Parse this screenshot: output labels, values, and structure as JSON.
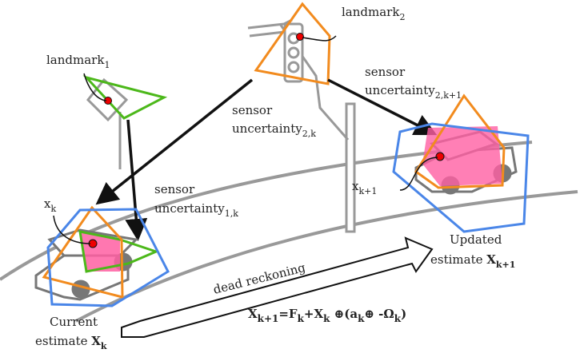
{
  "labels": {
    "landmark1": {
      "base": "landmark",
      "sub": "1"
    },
    "landmark2": {
      "base": "landmark",
      "sub": "2"
    },
    "sensor_2k": {
      "line1": "sensor",
      "base": "uncertainty",
      "sub": "2,k"
    },
    "sensor_2k1": {
      "line1": "sensor",
      "base": "uncertainty",
      "sub": "2,k+1"
    },
    "sensor_1k": {
      "line1": "sensor",
      "base": "uncertainty",
      "sub": "1,k"
    },
    "xk": {
      "base": "x",
      "sub": "k"
    },
    "xk1": {
      "base": "x",
      "sub": "k+1"
    },
    "updated": {
      "line1": "Updated",
      "line2": "estimate ",
      "var": "X",
      "sub": "k+1"
    },
    "current": {
      "line1": "Current",
      "line2": "estimate ",
      "var": "X",
      "sub": "k"
    },
    "dead_reckoning": "dead reckoning",
    "equation": {
      "lhs": "X",
      "lhs_sub": "k+1",
      "eq": "=F",
      "f_sub": "k",
      "plus": "+X",
      "x_sub": "k",
      "op": " ⊕(a",
      "a_sub": "k",
      "op2": "⊕ -Ω",
      "o_sub": "k",
      "close": ")"
    }
  },
  "colors": {
    "blue": "#4a86e8",
    "orange": "#f28b1e",
    "green": "#4cb81a",
    "pink": "#ff5fa2",
    "road": "#999999",
    "landmark_point": "#e00000"
  }
}
